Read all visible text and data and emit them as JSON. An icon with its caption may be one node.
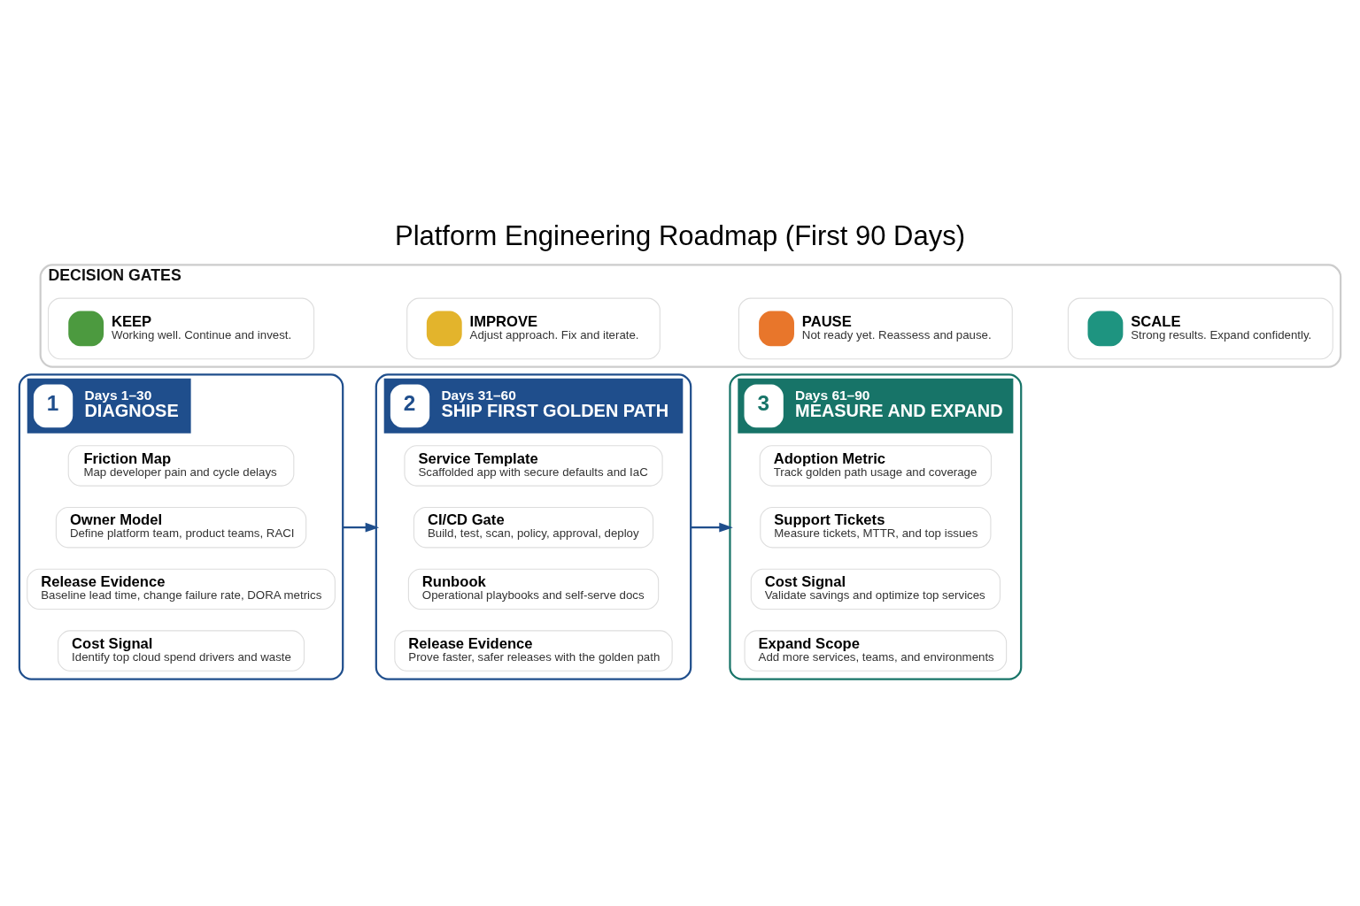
{
  "diagram": {
    "title": "Platform Engineering Roadmap (First 90 Days)",
    "nodes": [
      {
        "text": [
          "1",
          "Days 1–30",
          "DIAGNOSE"
        ]
      },
      {
        "text": [
          "Friction Map",
          "Map developer pain and cycle delays"
        ],
        "in": 0
      },
      {
        "text": [
          "Owner Model",
          "Define platform team, product teams, RACI"
        ],
        "in": 0
      },
      {
        "text": [
          "Release Evidence",
          "Baseline lead time, change failure rate, DORA metrics"
        ],
        "in": 0
      },
      {
        "text": [
          "Cost Signal",
          "Identify top cloud spend drivers and waste"
        ],
        "in": 0
      },
      {
        "text": [
          "2",
          "Days 31–60",
          "SHIP FIRST GOLDEN PATH"
        ]
      },
      {
        "text": [
          "Service Template",
          "Scaffolded app with secure defaults and IaC"
        ],
        "in": 5
      },
      {
        "text": [
          "CI/CD Gate",
          "Build, test, scan, policy, approval, deploy"
        ],
        "in": 5
      },
      {
        "text": [
          "Runbook",
          "Operational playbooks and self-serve docs"
        ],
        "in": 5
      },
      {
        "text": [
          "Release Evidence",
          "Prove faster, safer releases with the golden path"
        ],
        "in": 5
      },
      {
        "text": [
          "3",
          "Days 61–90",
          "MEASURE AND EXPAND"
        ]
      },
      {
        "text": [
          "Adoption Metric",
          "Track golden path usage and coverage"
        ],
        "in": 10
      },
      {
        "text": [
          "Support Tickets",
          "Measure tickets, MTTR, and top issues"
        ],
        "in": 10
      },
      {
        "text": [
          "Cost Signal",
          "Validate savings and optimize top services"
        ],
        "in": 10
      },
      {
        "text": [
          "Expand Scope",
          "Add more services, teams, and environments"
        ],
        "in": 10
      },
      {
        "text": [
          "DECISION GATES"
        ]
      },
      {
        "text": [
          "KEEP",
          "Working well. Continue and invest."
        ],
        "in": 15
      },
      {
        "text": [
          "IMPROVE",
          "Adjust approach. Fix and iterate."
        ],
        "in": 15
      },
      {
        "text": [
          "PAUSE",
          "Not ready yet. Reassess and pause."
        ],
        "in": 15
      },
      {
        "text": [
          "SCALE",
          "Strong results. Expand confidently."
        ],
        "in": 15
      }
    ],
    "edges": [
      {
        "from": 0,
        "to": 5,
        "arrow": "to"
      },
      {
        "from": 5,
        "to": 10,
        "arrow": "to"
      }
    ]
  }
}
